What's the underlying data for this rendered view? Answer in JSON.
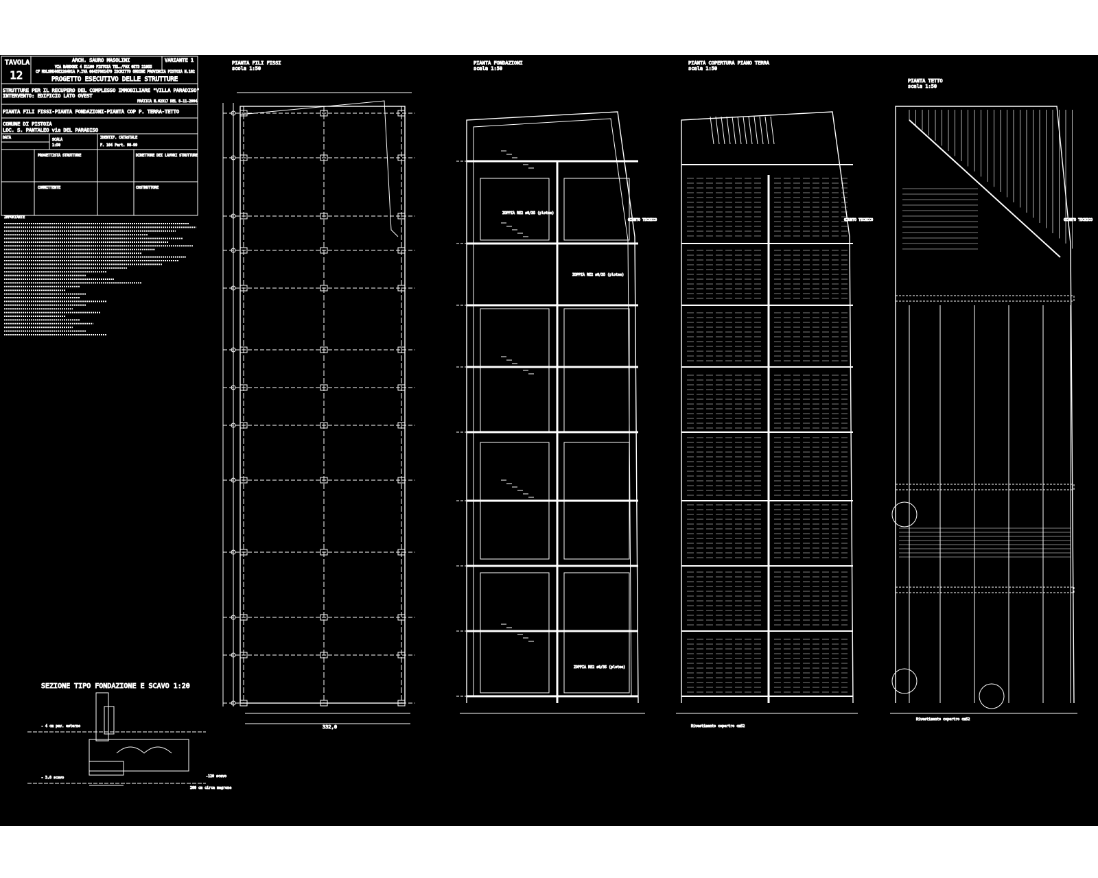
{
  "title_block": {
    "tavola_label": "TAVOLA",
    "tavola_number": "12",
    "architect": "ARCH. SAURO MASOLINI",
    "address": "VIA BANDONI 4 51100 PISTOIA TEL./FAX 0573 21955",
    "fiscal": "CF MSLSRU46E12G491A P.IVA 00437661479 ISCRITTO ORDINE PROVINCIA PISTOIA N.162",
    "variant": "VARIANTE 1",
    "project": "PROGETTO ESECUTIVO DELLE STRUTTURE",
    "description": "STRUTTURE PER IL RECUPERO DEL COMPLESSO IMMOBILIARE \"VILLA PARADISO\"",
    "intervention": "INTERVENTO: EDIFICIO LATO OVEST",
    "protocol": "PRATICA N.62317 DEL 8-11-2004",
    "sheet_title": "PIANTA FILI FISSI-PIANTA FONDAZIONI-PIANTA COP P. TERRA-TETTO",
    "comune": "COMUNE DI PISTOIA",
    "location": "LOC. S. PANTALEO via DEL PARADISO",
    "data_label": "DATA",
    "scala_label": "SCALA",
    "scala_value": "1:50",
    "catasto_label": "IDENTIF. CATASTALE",
    "catasto_value": "F. 164 Part. 98-99",
    "progettista": "PROGETTISTA STRUTTURE",
    "direttore": "DIRETTORE DEI LAVORI STRUTTURE",
    "committente": "COMMITTENTE",
    "costruttore": "COSTRUTTORE"
  },
  "notes_heading": "IMPORTANTE",
  "plans": {
    "fili_fissi": {
      "title": "PIANTA FILI FISSI",
      "scale": "scola 1:50",
      "total": "332,0"
    },
    "fondazioni": {
      "title": "PIANTA FONDAZIONI",
      "scale": "scala 1:50",
      "joint": "GIUNTO TECNICO",
      "labels": [
        "ZOPPIA RE2 s0/35 (plotee)",
        "ZOPPIA RE2 s0/35 (plotee)",
        "ZOPPIA RE2 s0/35 (plotee)"
      ]
    },
    "copertura": {
      "title": "PIANTA COPERTURA PIANO TERRA",
      "scale": "scala 1:50",
      "joint": "GIUNTO TECNICO",
      "footer": "Rivestimento copertro cm52"
    },
    "tetto": {
      "title": "PIANTA TETTO",
      "scale": "scala 1:50",
      "joint": "GIUNTO TECNICO",
      "footer": "Rivestimento copertro cm52"
    }
  },
  "section": {
    "title": "SEZIONE TIPO FONDAZIONE E SCAVO 1:20",
    "label1": "- 4 cm pav. esterno",
    "label2": "- 3,8 scavo",
    "label3": "200 cm circa magrone",
    "label4": "-120 scavo"
  }
}
